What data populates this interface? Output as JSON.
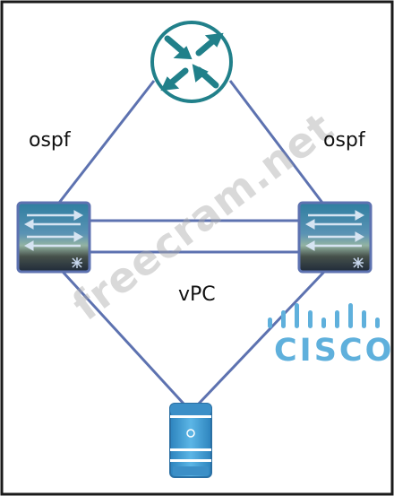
{
  "labels": {
    "ospf_left": "ospf",
    "ospf_right": "ospf",
    "vpc": "vPC"
  },
  "watermark": "freecram.net",
  "logo": {
    "text": "CISCO",
    "color": "#5fb0dc"
  },
  "icons": {
    "router": "router-icon",
    "switch_left": "switch-icon",
    "switch_right": "switch-icon",
    "server": "server-icon"
  },
  "colors": {
    "border": "#1a1a1a",
    "link": "#5d72b0",
    "router_fill": "#21808a",
    "switch_top": "#2f7ea0",
    "server_fill": "#4aa7dc"
  }
}
